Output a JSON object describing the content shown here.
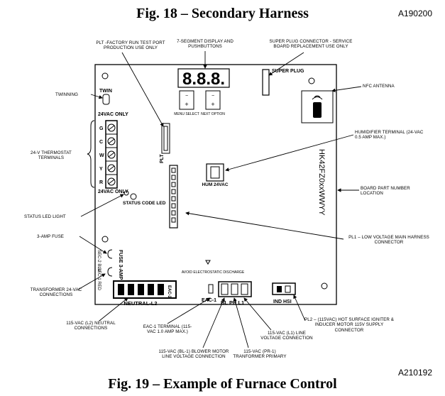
{
  "figure18": {
    "title": "Fig. 18 – Secondary Harness",
    "ref": "A190200"
  },
  "figure19": {
    "title": "Fig. 19 – Example of Furnace Control",
    "ref": "A210192"
  },
  "callouts": {
    "plt": "PLT -FACTORY RUN TEST PORT PRODUCTION USE ONLY",
    "segment": "7-SEGMENT DISPLAY AND PUSHBUTTONS",
    "superplug": "SUPER PLUG CONNECTOR - SERVICE BOARD REPLACEMENT USE ONLY",
    "nfc": "NFC ANTENNA",
    "twinning": "TWINNING",
    "humidifier": "HUMIDIFIER TERMINAL (24-VAC 0.5 AMP MAX.)",
    "thermostat": "24-V THERMOSTAT TERMINALS",
    "boardpart": "BOARD PART NUMBER LOCATION",
    "statusled": "STATUS LED LIGHT",
    "fuse": "3-AMP FUSE",
    "pl1": "PL1 – LOW VOLTAGE MAIN HARNESS CONNECTOR",
    "transformer": "TRANSFORMER 24-VAC CONNECTIONS",
    "neutral": "115-VAC (L2) NEUTRAL CONNECTIONS",
    "eac": "EAC-1 TERMINAL (115-VAC 1.0 AMP MAX.)",
    "pl2": "PL2 – (115VAC) HOT SURFACE IGNITER & INDUCER MOTOR 115V SUPPLY CONNECTOR",
    "l1": "115-VAC (L1) LINE VOLTAGE CONNECTION",
    "bl1": "115-VAC (BL-1) BLOWER MOTOR LINE VOLTAGE CONNECTION",
    "pr1": "115-VAC (PR-1) TRANFORMER PRIMARY"
  },
  "board": {
    "twin": "TWIN",
    "plt": "PLT",
    "display_digits": "8.8.8.",
    "menu_btn": "MENU SELECT",
    "next_btn": "NEXT OPTION",
    "plus": "+",
    "minus": "−",
    "superplug": "SUPER PLUG",
    "vac24_only": "24VAC ONLY",
    "terminals": [
      "G",
      "C",
      "W",
      "Y",
      "R"
    ],
    "vac24_bottom": "24VAC ONLY",
    "status": "STATUS CODE LED",
    "hum": "HUM 24VAC",
    "part_number": "HK42FZ0xxWWYY",
    "fuse": "FUSE 3-AMP",
    "sec2": "SEC-2 BLU",
    "sec1": "SEC-1 RED",
    "eac2": "EAC-2",
    "neutral": "NEUTRAL-L2",
    "avoid": "AVOID ELECTROSTATIC DISCHARGE",
    "eac1": "EAC-1",
    "blprl1": "BL  PR  L1",
    "indhsi": "IND HSI"
  }
}
